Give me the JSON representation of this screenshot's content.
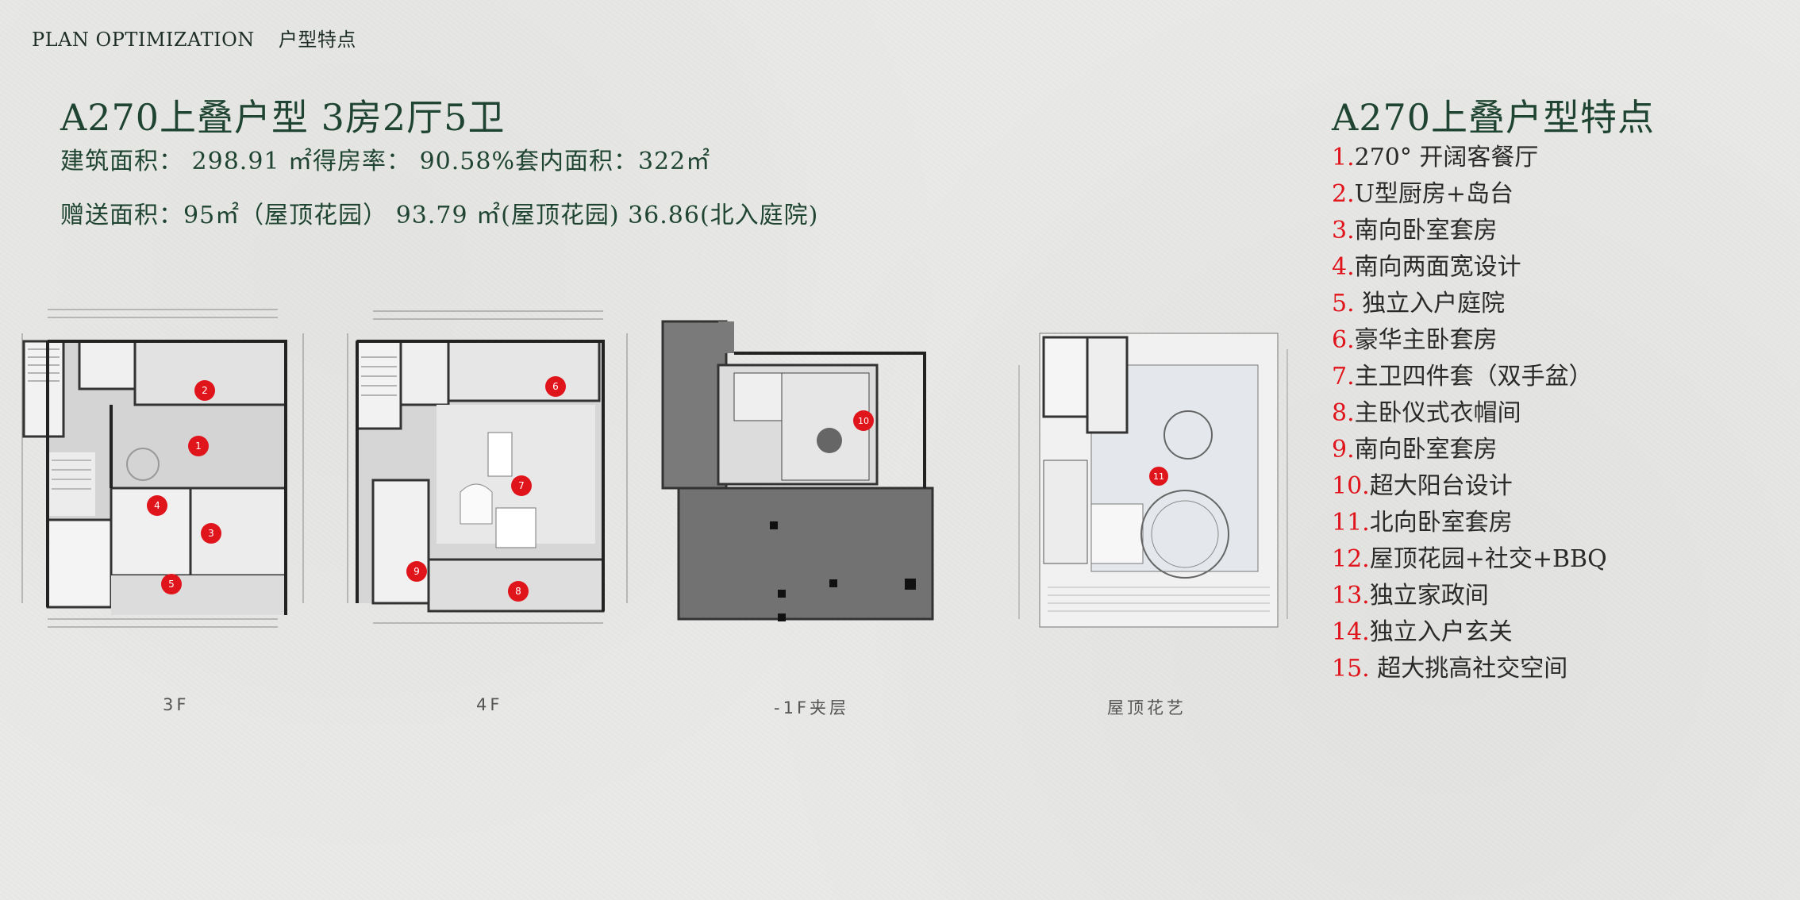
{
  "header": {
    "en": "PLAN OPTIMIZATION",
    "zh": "户型特点"
  },
  "title": "A270上叠户型 3房2厅5卫",
  "area_line1": "建筑面积：  298.91 ㎡得房率：  90.58%套内面积：322㎡",
  "area_line2": "赠送面积：95㎡（屋顶花园） 93.79 ㎡(屋顶花园) 36.86(北入庭院)",
  "features_title": "A270上叠户型特点",
  "features": [
    {
      "num": "1.",
      "text": "270° 开阔客餐厅"
    },
    {
      "num": "2.",
      "text": "U型厨房+岛台"
    },
    {
      "num": "3.",
      "text": "南向卧室套房"
    },
    {
      "num": "4.",
      "text": "南向两面宽设计"
    },
    {
      "num": "5.",
      "text": " 独立入户庭院"
    },
    {
      "num": "6.",
      "text": "豪华主卧套房"
    },
    {
      "num": "7.",
      "text": "主卫四件套（双手盆）"
    },
    {
      "num": "8.",
      "text": "主卧仪式衣帽间"
    },
    {
      "num": "9.",
      "text": "南向卧室套房"
    },
    {
      "num": "10.",
      "text": "超大阳台设计"
    },
    {
      "num": "11.",
      "text": "北向卧室套房"
    },
    {
      "num": "12.",
      "text": "屋顶花园+社交+BBQ"
    },
    {
      "num": "13.",
      "text": "独立家政间"
    },
    {
      "num": "14.",
      "text": "独立入户玄关"
    },
    {
      "num": "15.",
      "text": " 超大挑高社交空间"
    }
  ],
  "plans": [
    {
      "caption": "3F",
      "markers": [
        "1",
        "2",
        "3",
        "4",
        "5"
      ]
    },
    {
      "caption": "4F",
      "markers": [
        "6",
        "7",
        "8",
        "9"
      ]
    },
    {
      "caption": "-1F夹层",
      "markers": [
        "10"
      ]
    },
    {
      "caption": "屋顶花艺",
      "markers": [
        "11"
      ]
    }
  ],
  "colors": {
    "title": "#1f4532",
    "marker": "#e0141b",
    "feature_num": "#e0141b",
    "background": "#e9e9e7"
  }
}
